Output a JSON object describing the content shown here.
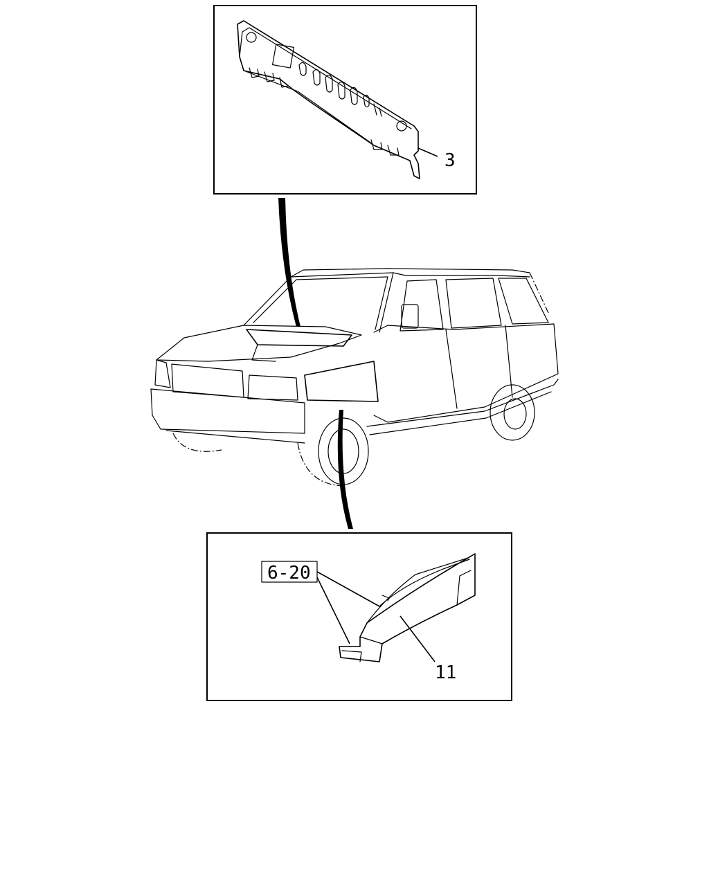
{
  "callouts": {
    "part_3": "3",
    "part_11": "11",
    "ref_6_20": "6-20"
  }
}
